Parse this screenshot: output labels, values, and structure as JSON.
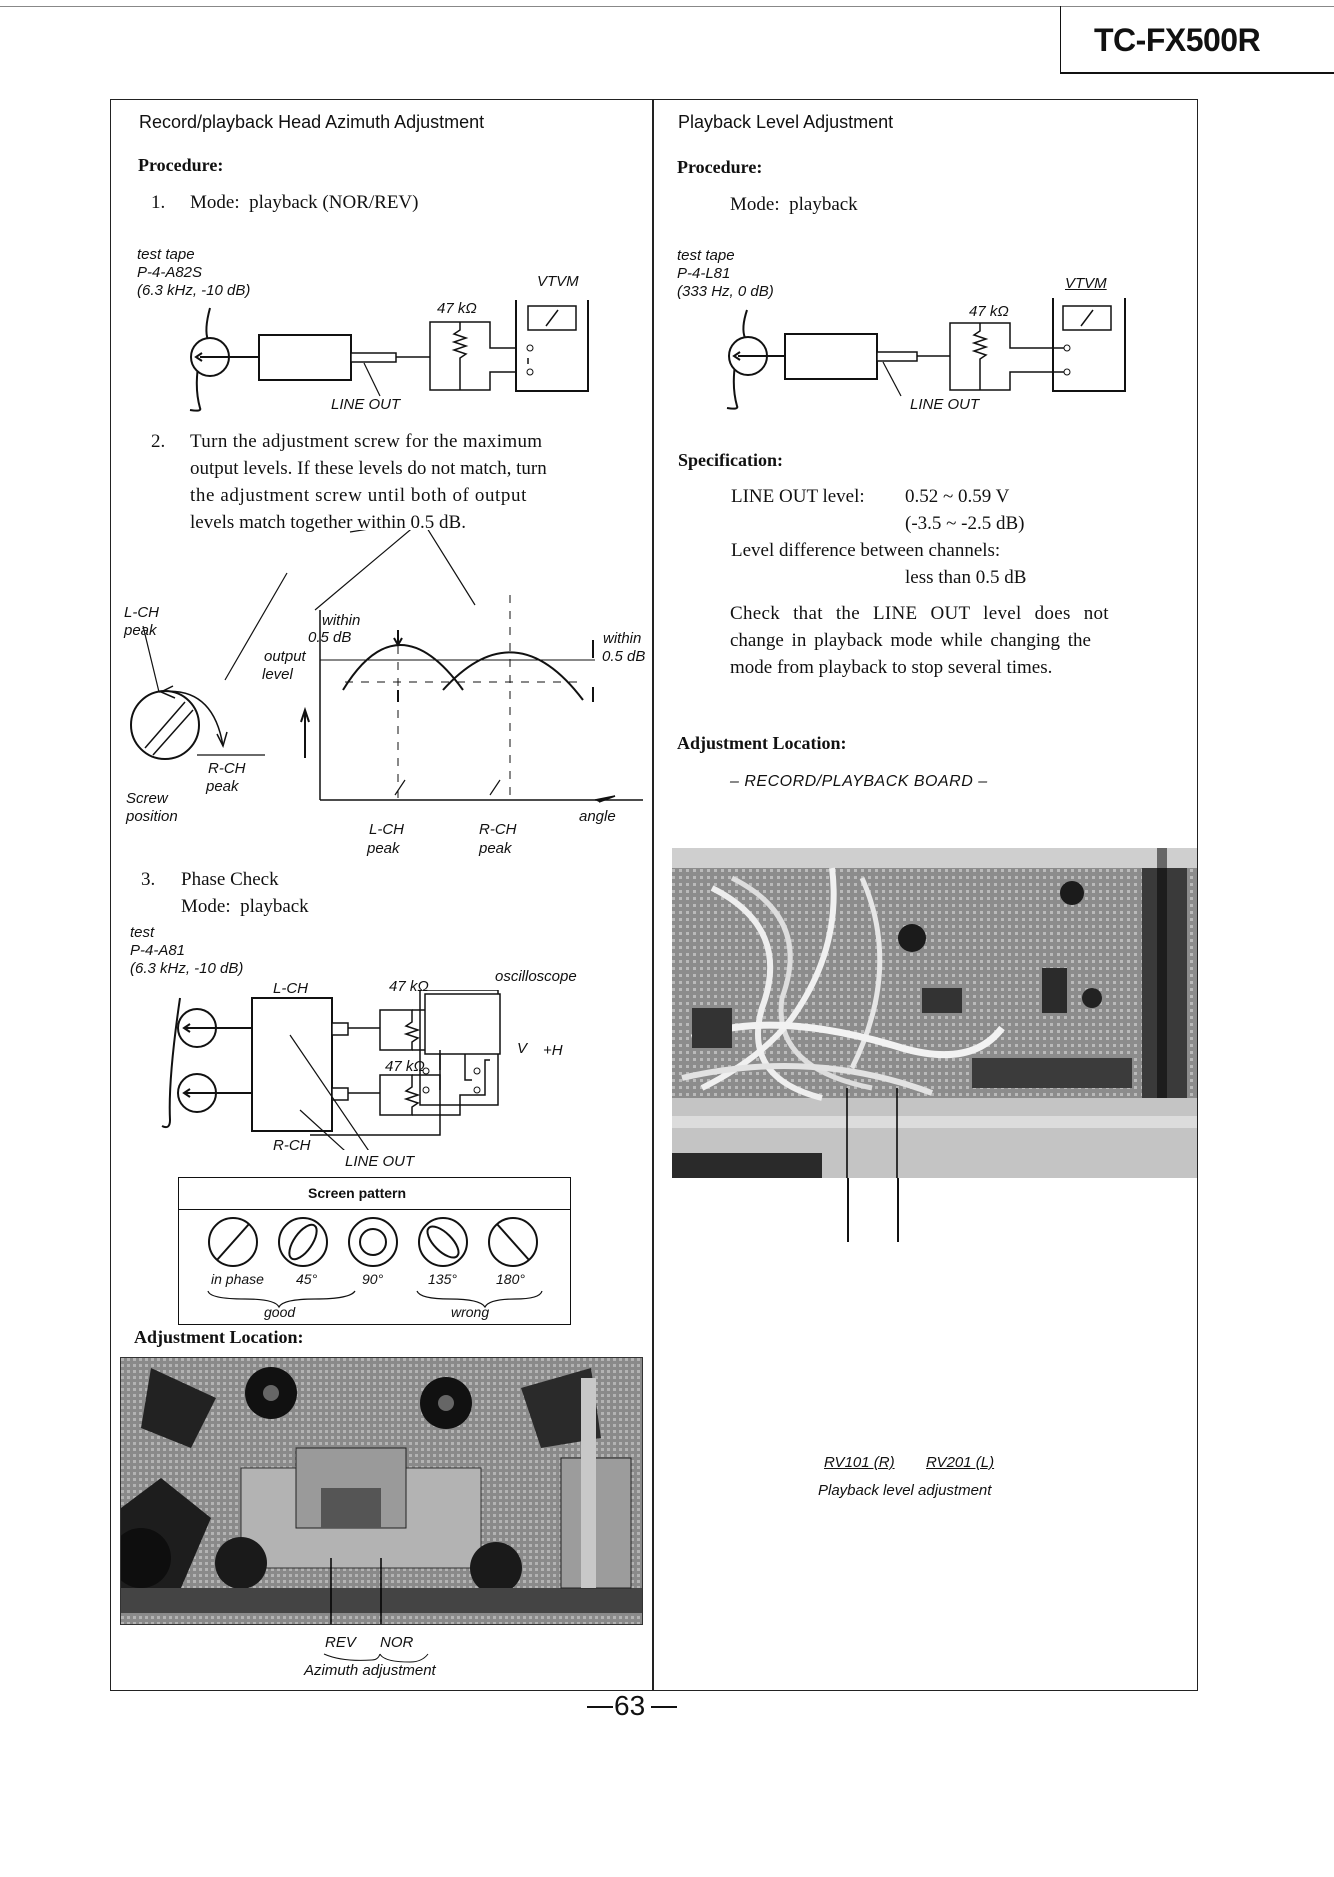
{
  "header": {
    "model": "TC-FX500R"
  },
  "page_number": "63",
  "left": {
    "title": "Record/playback Head Azimuth Adjustment",
    "procedure_label": "Procedure:",
    "step1_num": "1.",
    "step1_text": "Mode:  playback (NOR/REV)",
    "diagram1": {
      "tape_label": "test tape",
      "tape_name": "P-4-A82S",
      "tape_spec": "(6.3 kHz, -10 dB)",
      "meter": "VTVM",
      "resistor": "47 kΩ",
      "box": "set",
      "output": "LINE OUT"
    },
    "step2_num": "2.",
    "step2_lines": [
      "Turn the adjustment screw for the maximum",
      "output levels. If these levels do not match, turn",
      "the adjustment screw until both of output",
      "levels match together within 0.5 dB."
    ],
    "graph": {
      "lch_peak": [
        "L-CH",
        "peak"
      ],
      "rch_peak": [
        "R-CH",
        "peak"
      ],
      "screw_position": [
        "Screw",
        "position"
      ],
      "output_level": [
        "output",
        "level"
      ],
      "within_left": [
        "within",
        "0.5 dB"
      ],
      "within_right": [
        "within",
        "0.5 dB"
      ],
      "angle": "angle",
      "axis_lch": [
        "L-CH",
        "peak"
      ],
      "axis_rch": [
        "R-CH",
        "peak"
      ]
    },
    "step3_num": "3.",
    "step3_title": "Phase Check",
    "step3_mode": "Mode:  playback",
    "diagram2": {
      "tape_label": "test",
      "tape_name": "P-4-A81",
      "tape_spec": "(6.3 kHz, -10 dB)",
      "lch": "L-CH",
      "rch": "R-CH",
      "resistor_top": "47 kΩ",
      "resistor_bottom": "47 kΩ",
      "scope": "oscilloscope",
      "v": "V",
      "h": "+H",
      "box": "set",
      "output": "LINE OUT"
    },
    "screen_pattern": {
      "title": "Screen pattern",
      "labels": [
        "in phase",
        "45°",
        "90°",
        "135°",
        "180°"
      ],
      "good": "good",
      "wrong": "wrong"
    },
    "adjustment_location": "Adjustment Location:",
    "photo_labels": {
      "rev": "REV",
      "nor": "NOR",
      "caption": "Azimuth adjustment"
    }
  },
  "right": {
    "title": "Playback Level Adjustment",
    "procedure_label": "Procedure:",
    "mode": "Mode:  playback",
    "diagram": {
      "tape_label": "test tape",
      "tape_name": "P-4-L81",
      "tape_spec": "(333 Hz, 0 dB)",
      "meter": "VTVM",
      "resistor": "47 kΩ",
      "box": "set",
      "output": "LINE OUT"
    },
    "spec_label": "Specification:",
    "spec_lineout_label": "LINE OUT level:",
    "spec_lineout_value": "0.52 ~ 0.59 V",
    "spec_lineout_db": "(-3.5 ~ -2.5 dB)",
    "spec_diff_label": "Level difference between channels:",
    "spec_diff_value": "less than 0.5 dB",
    "check_lines": [
      "Check that the LINE OUT level does not",
      "change in playback mode while changing the",
      "mode from playback to stop several times."
    ],
    "adjustment_location": "Adjustment Location:",
    "board": "– RECORD/PLAYBACK BOARD –",
    "photo_labels": {
      "rv101": "RV101 (R)",
      "rv201": "RV201 (L)",
      "caption": "Playback level adjustment"
    }
  }
}
